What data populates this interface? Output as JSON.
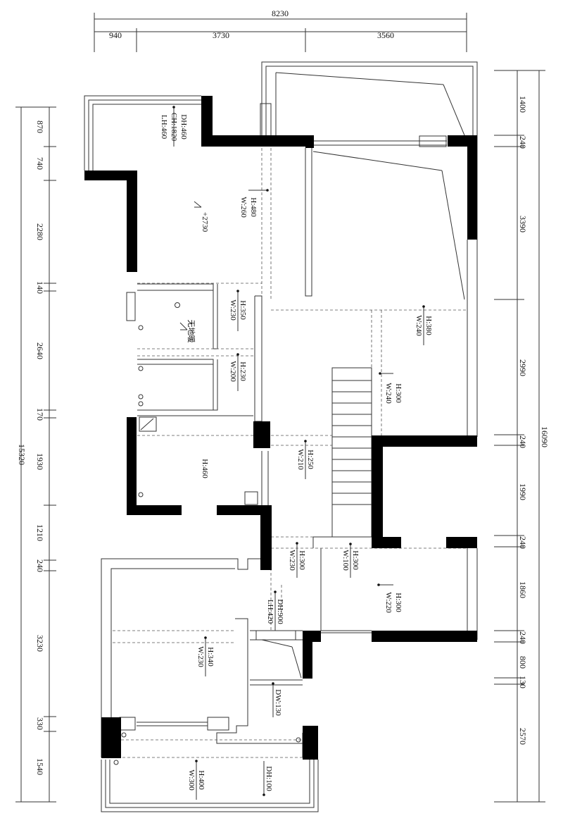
{
  "dimensions": {
    "top_total": "8230",
    "top_segments": [
      "940",
      "3730",
      "3560"
    ],
    "left_total": "15320",
    "left_segments": [
      "870",
      "740",
      "2280",
      "140",
      "2640",
      "170",
      "1930",
      "1210",
      "240",
      "3230",
      "330",
      "1540"
    ],
    "right_total": "16090",
    "right_segments": [
      "1400",
      "240",
      "3390",
      "2990",
      "240",
      "1990",
      "240",
      "1860",
      "240",
      "800",
      "130",
      "2570"
    ]
  },
  "annotations": [
    {
      "id": "a1",
      "lines": [
        "DH:460",
        "CH:1820",
        "LH:460"
      ]
    },
    {
      "id": "a2",
      "lines": [
        "H:480",
        "W:260"
      ]
    },
    {
      "id": "a3",
      "lines": [
        "+2730"
      ]
    },
    {
      "id": "a4",
      "lines": [
        "H:350",
        "W:230"
      ]
    },
    {
      "id": "a5",
      "lines": [
        "无地暖"
      ]
    },
    {
      "id": "a6",
      "lines": [
        "H:230",
        "W:200"
      ]
    },
    {
      "id": "a7",
      "lines": [
        "H:380",
        "W:240"
      ]
    },
    {
      "id": "a8",
      "lines": [
        "H:300",
        "W:240"
      ]
    },
    {
      "id": "a9",
      "lines": [
        "H:460"
      ]
    },
    {
      "id": "a10",
      "lines": [
        "H:250",
        "W:210"
      ]
    },
    {
      "id": "a11",
      "lines": [
        "H:300",
        "W:230"
      ]
    },
    {
      "id": "a12",
      "lines": [
        "H:300",
        "W:100"
      ]
    },
    {
      "id": "a13",
      "lines": [
        "H:300",
        "W:220"
      ]
    },
    {
      "id": "a14",
      "lines": [
        "DH:900",
        "LH:420"
      ]
    },
    {
      "id": "a15",
      "lines": [
        "H:340",
        "W:230"
      ]
    },
    {
      "id": "a16",
      "lines": [
        "DW:130"
      ]
    },
    {
      "id": "a17",
      "lines": [
        "H:400",
        "W:300"
      ]
    },
    {
      "id": "a18",
      "lines": [
        "DH:100"
      ]
    }
  ]
}
